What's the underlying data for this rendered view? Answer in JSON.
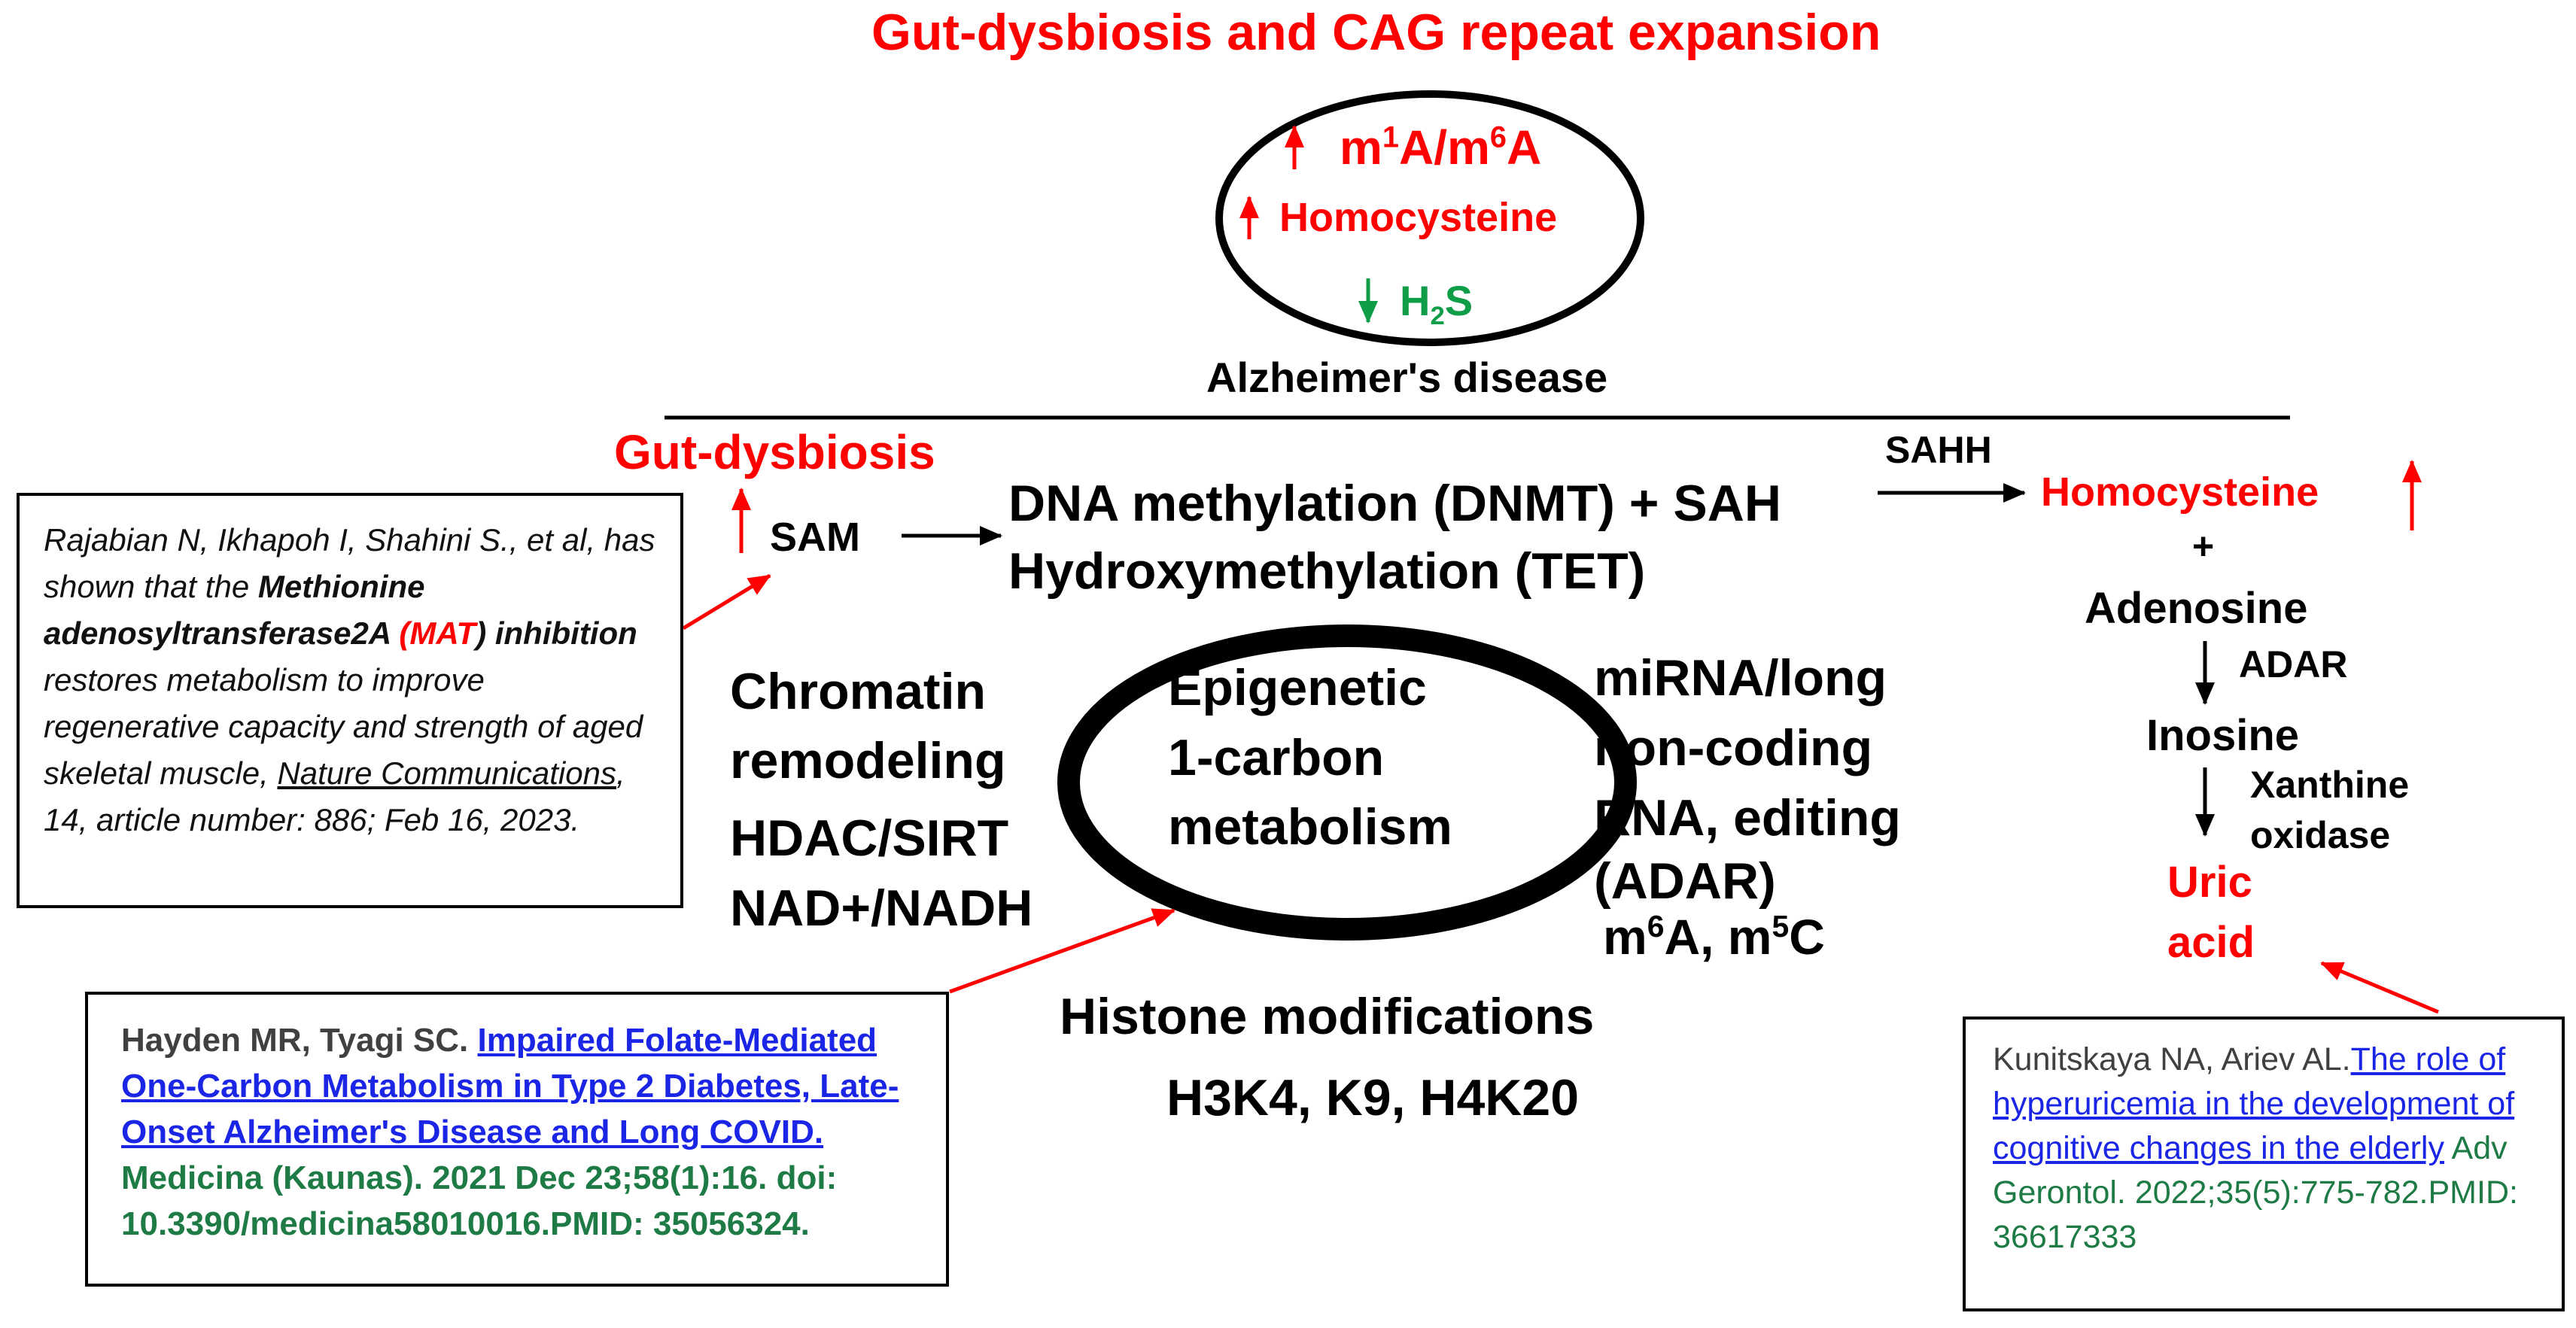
{
  "title": "Gut-dysbiosis and CAG repeat expansion",
  "top_oval": {
    "m1a_base1": "m",
    "m1a_sup1": "1",
    "m1a_mid": "A/m",
    "m1a_sup2": "6",
    "m1a_end": "A",
    "homocysteine": "Homocysteine",
    "h2s_h": "H",
    "h2s_sub": "2",
    "h2s_s": "S",
    "caption": "Alzheimer's disease"
  },
  "pathway": {
    "gut_dysbiosis": "Gut-dysbiosis",
    "sam": "SAM",
    "dna_methylation": "DNA methylation (DNMT) + SAH",
    "hydroxymethylation": "Hydroxymethylation (TET)",
    "sahh": "SAHH",
    "homocysteine": "Homocysteine",
    "plus": "+",
    "adenosine": "Adenosine",
    "adar": "ADAR",
    "inosine": "Inosine",
    "xanthine": "Xanthine",
    "oxidase": "oxidase",
    "uric": "Uric",
    "acid": "acid"
  },
  "center": {
    "epigenetic": "Epigenetic",
    "one_carbon": "1-carbon",
    "metabolism": "metabolism",
    "chromatin": "Chromatin",
    "remodeling": "remodeling",
    "hdac": "HDAC/SIRT",
    "nad": "NAD+/NADH",
    "mirna": "miRNA/long",
    "noncoding": "non-coding",
    "rna_editing": "RNA, editing",
    "adar_paren": "(ADAR)",
    "m6a_a": "m",
    "m6a_sup": "6",
    "m6a_b": "A, m",
    "m5c_sup": "5",
    "m5c_c": "C",
    "histone": "Histone modifications",
    "h3k4": "H3K4, K9, H4K20"
  },
  "citation_1": {
    "p1": "Rajabian N, Ikhapoh I, Shahini S., et al, has shown that the ",
    "p2": "Methionine adenosyltransferase2A ",
    "p3": "(MAT",
    "p4": ") inhibition",
    "p5": " restores metabolism to improve regenerative capacity and strength of aged skeletal muscle, ",
    "journal": "Nature Communications",
    "p6": ", 14, article number: 886; Feb 16, 2023."
  },
  "citation_2": {
    "authors": "Hayden MR, Tyagi SC. ",
    "link": "Impaired Folate-Mediated One-Carbon Metabolism in Type 2 Diabetes, Late-Onset Alzheimer's Disease and Long COVID.",
    "rest": " Medicina (Kaunas). 2021 Dec 23;58(1):16. doi: 10.3390/medicina58010016.PMID: 35056324."
  },
  "citation_3": {
    "authors": "Kunitskaya NA, Ariev AL.",
    "link": "The role of hyperuricemia in the development of cognitive changes in the elderly",
    "rest": " Adv Gerontol. 2022;35(5):775-782.PMID: 36617333"
  },
  "colors": {
    "red": "#ff0000",
    "green": "#0f9d47",
    "link": "#1a25e6",
    "cite_green": "#1e7b45"
  }
}
